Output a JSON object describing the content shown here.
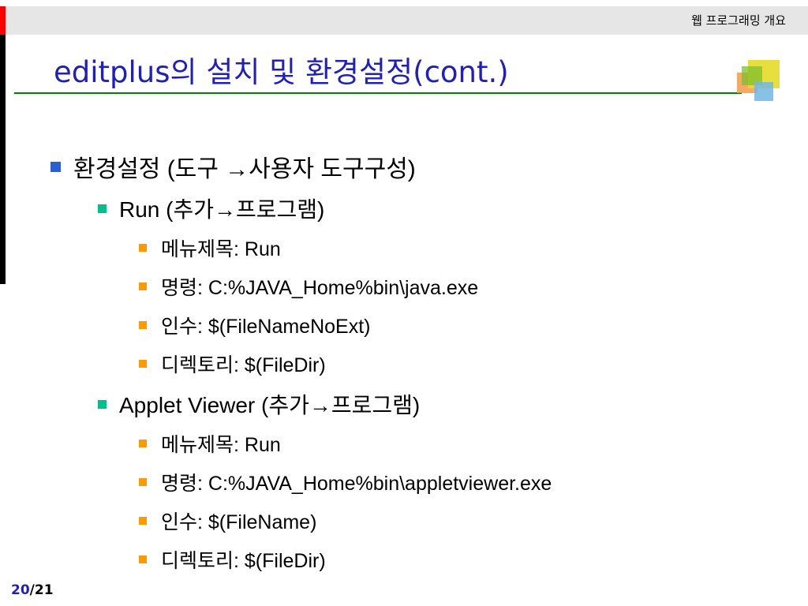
{
  "header": {
    "course_title": "웹 프로그래밍 개요"
  },
  "slide": {
    "title": "editplus의 설치 및 환경설정(cont.)"
  },
  "bullets": {
    "b1": "환경설정 (도구 →사용자 도구구성)",
    "b1_1": "Run (추가→프로그램)",
    "b1_1_1": "메뉴제목: Run",
    "b1_1_2": "명령: C:%JAVA_Home%bin\\java.exe",
    "b1_1_3": "인수: $(FileNameNoExt)",
    "b1_1_4": "디렉토리: $(FileDir)",
    "b1_2": "Applet Viewer (추가→프로그램)",
    "b1_2_1": "메뉴제목: Run",
    "b1_2_2": "명령: C:%JAVA_Home%bin\\appletviewer.exe",
    "b1_2_3": "인수: $(FileName)",
    "b1_2_4": "디렉토리: $(FileDir)"
  },
  "footer": {
    "current_page": "20",
    "separator": "/",
    "total_pages": "21"
  },
  "colors": {
    "title": "#1f1fbf",
    "rule": "#008000",
    "bullet_level1": "#2b5fd6",
    "bullet_level2": "#00c08a",
    "bullet_level3": "#ff9900",
    "accent_red": "#ff0000"
  }
}
